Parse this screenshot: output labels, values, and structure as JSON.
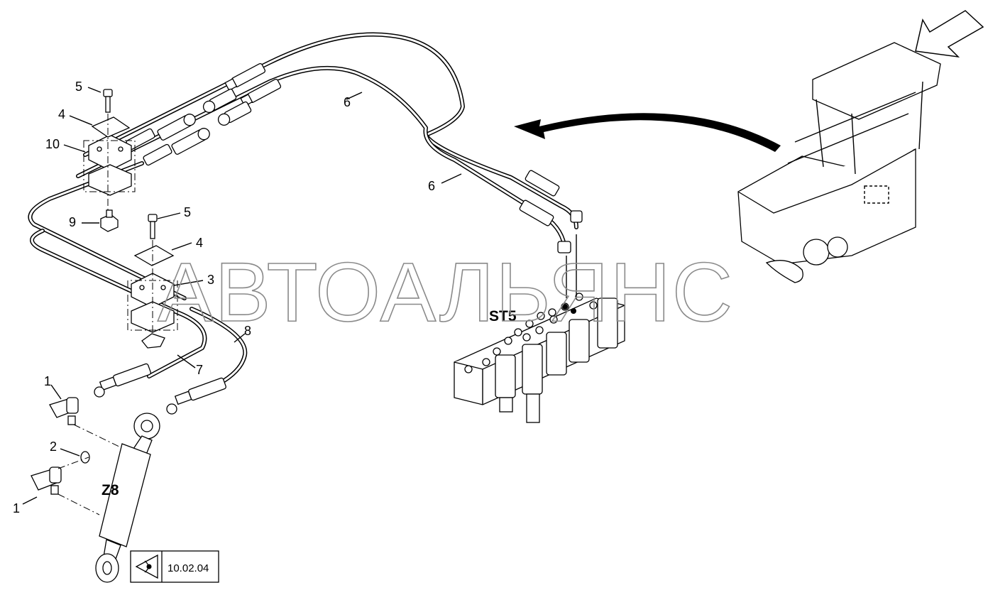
{
  "watermark": "АВТОАЛЬЯНС",
  "assemblies": {
    "valve_block": "ST5",
    "cylinder": "Z8"
  },
  "reference": {
    "code": "10.02.04",
    "icon": "eye-view-icon"
  },
  "callouts": {
    "c1_top": "1",
    "c1_bottom": "1",
    "c2": "2",
    "c3": "3",
    "c4_top": "4",
    "c4_mid": "4",
    "c5_top": "5",
    "c5_mid": "5",
    "c6_top": "6",
    "c6_mid": "6",
    "c7": "7",
    "c8": "8",
    "c9": "9",
    "c10": "10"
  },
  "icons": {
    "direction_arrow": "view-direction-arrow-icon",
    "location_arrow": "curved-arrow-icon"
  }
}
